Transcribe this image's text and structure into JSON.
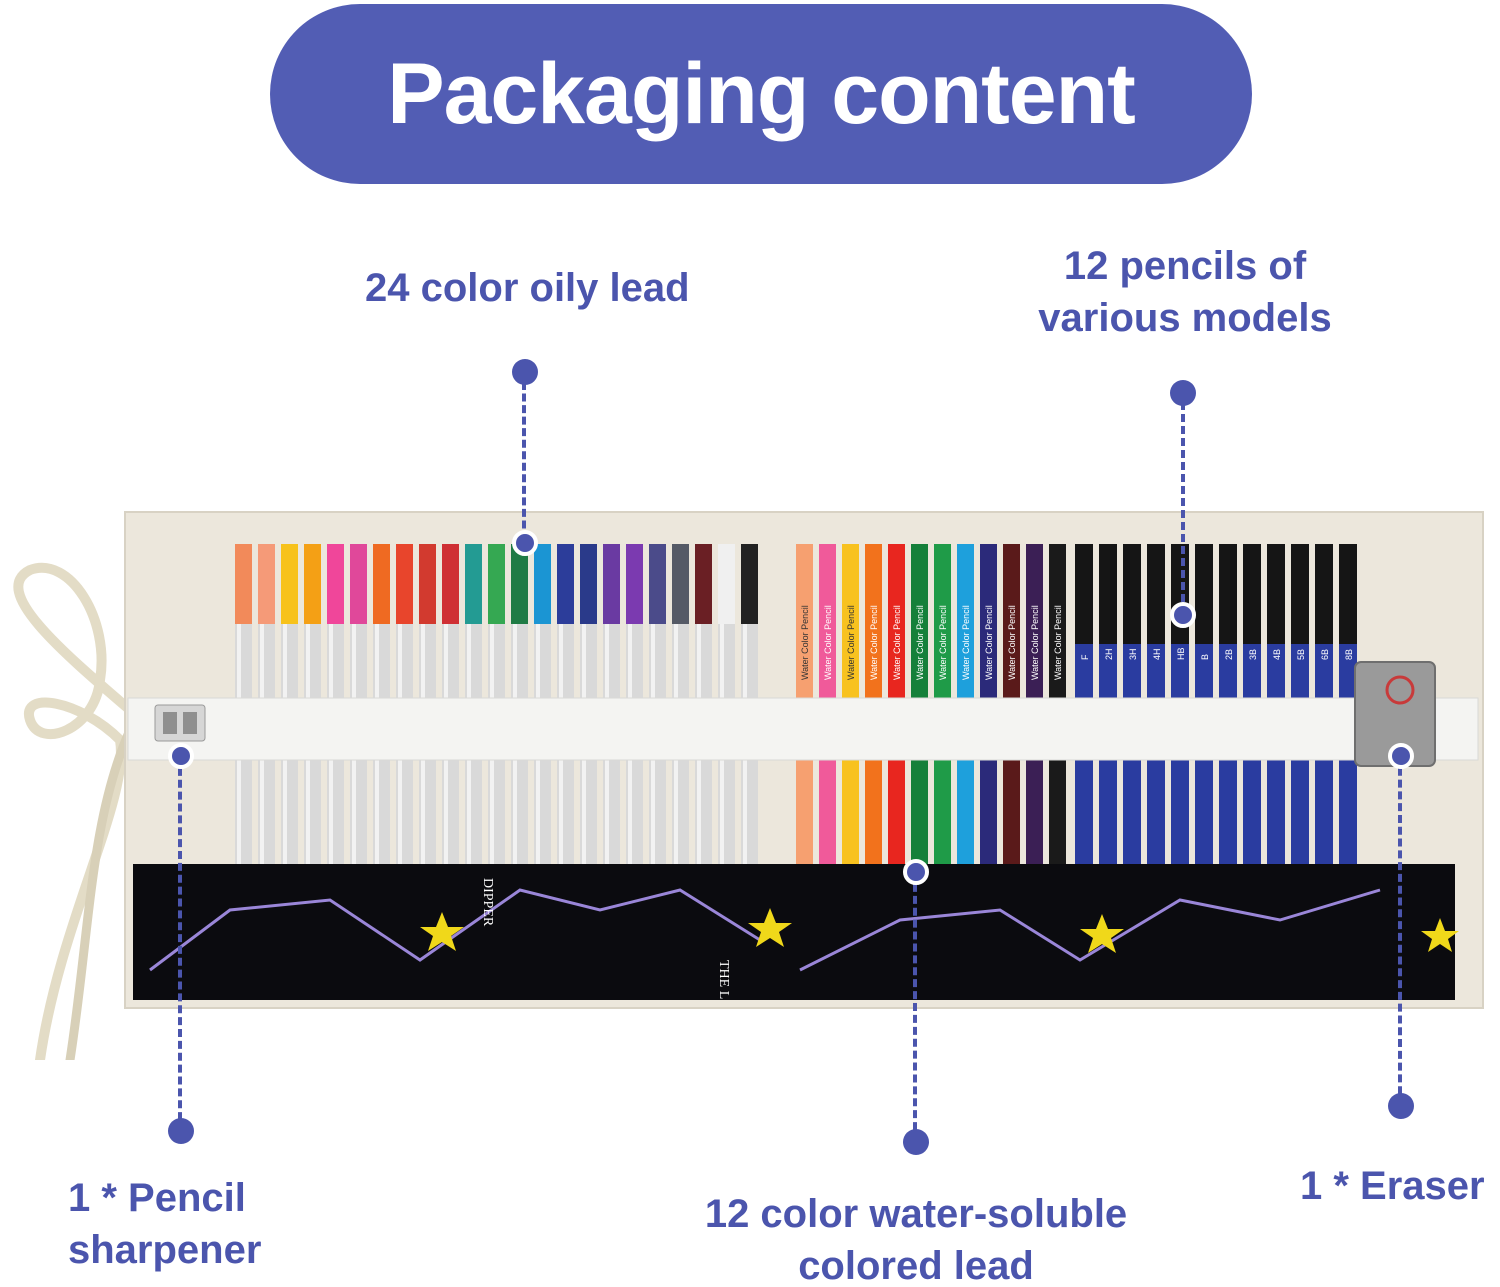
{
  "title": "Packaging content",
  "labels": {
    "oily": "24 color oily lead",
    "pencils_line1": "12 pencils of",
    "pencils_line2": "various models",
    "sharpener_line1": "1 * Pencil",
    "sharpener_line2": "sharpener",
    "water_line1": "12 color water-soluble",
    "water_line2": "colored lead",
    "eraser": "1 * Eraser"
  },
  "pencil_print": "Water Color Pencil",
  "grade_marks": [
    "F",
    "2H",
    "3H",
    "4H",
    "HB",
    "B",
    "2B",
    "3B",
    "4B",
    "5B",
    "6B",
    "8B"
  ],
  "pouch_print": [
    "DIPPER",
    "THE L"
  ],
  "colors": {
    "accent": "#525db4",
    "label_text": "#4b55ad",
    "canvas": "#ece7dc",
    "strap": "#f4f4f2",
    "pouch": "#0b0b0f",
    "oily_pencils": [
      "#f28a5a",
      "#f59a78",
      "#f7c21b",
      "#f4a015",
      "#f0469a",
      "#e0489a",
      "#ef6a22",
      "#e8452c",
      "#d23a2f",
      "#cf2f34",
      "#239b93",
      "#35a852",
      "#1f7b45",
      "#1b95d3",
      "#2c3d9a",
      "#2a3a8a",
      "#6a3aa2",
      "#7b3ab0",
      "#4b4b8a",
      "#555a66",
      "#6a1f24",
      "#f0f0f0",
      "#222222"
    ],
    "water_pencils": [
      "#f6a070",
      "#f05a9a",
      "#f8c21f",
      "#f2721c",
      "#e8261f",
      "#15803a",
      "#1f9b48",
      "#1ea0dc",
      "#2b2a7a",
      "#5a1a1a",
      "#3b1f55",
      "#1a1a1a"
    ]
  }
}
